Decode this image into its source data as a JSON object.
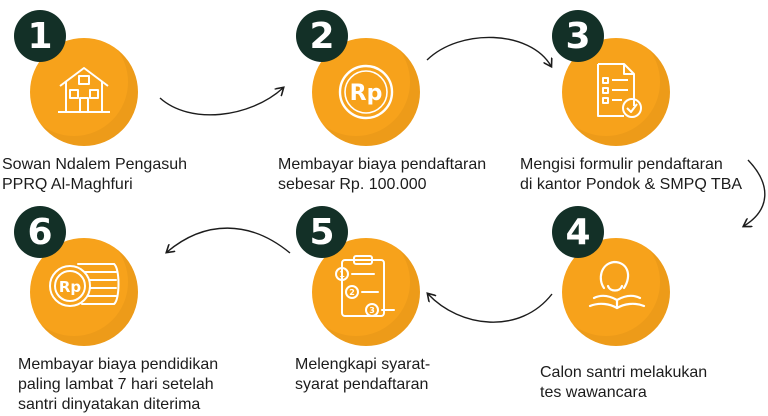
{
  "brand": {
    "accent": "#f7a21b",
    "badge": "#133027"
  },
  "steps": [
    {
      "number": "1",
      "line1": "Sowan Ndalem Pengasuh",
      "line2": "PPRQ Al-Maghfuri",
      "line3": "",
      "icon": "house-icon"
    },
    {
      "number": "2",
      "line1": "Membayar biaya pendaftaran",
      "line2": "sebesar Rp. 100.000",
      "line3": "",
      "icon": "rupiah-coin-icon"
    },
    {
      "number": "3",
      "line1": "Mengisi formulir pendaftaran",
      "line2": "di kantor Pondok & SMPQ TBA",
      "line3": "",
      "icon": "form-checklist-icon"
    },
    {
      "number": "4",
      "line1": "Calon santri melakukan",
      "line2": "tes wawancara",
      "line3": "",
      "icon": "person-reading-icon"
    },
    {
      "number": "5",
      "line1": "Melengkapi syarat-",
      "line2": "syarat pendaftaran",
      "line3": "",
      "icon": "numbered-clipboard-icon"
    },
    {
      "number": "6",
      "line1": "Membayar biaya pendidikan",
      "line2": "paling lambat 7 hari setelah",
      "line3": "santri dinyatakan diterima",
      "icon": "rupiah-coins-stack-icon"
    }
  ]
}
